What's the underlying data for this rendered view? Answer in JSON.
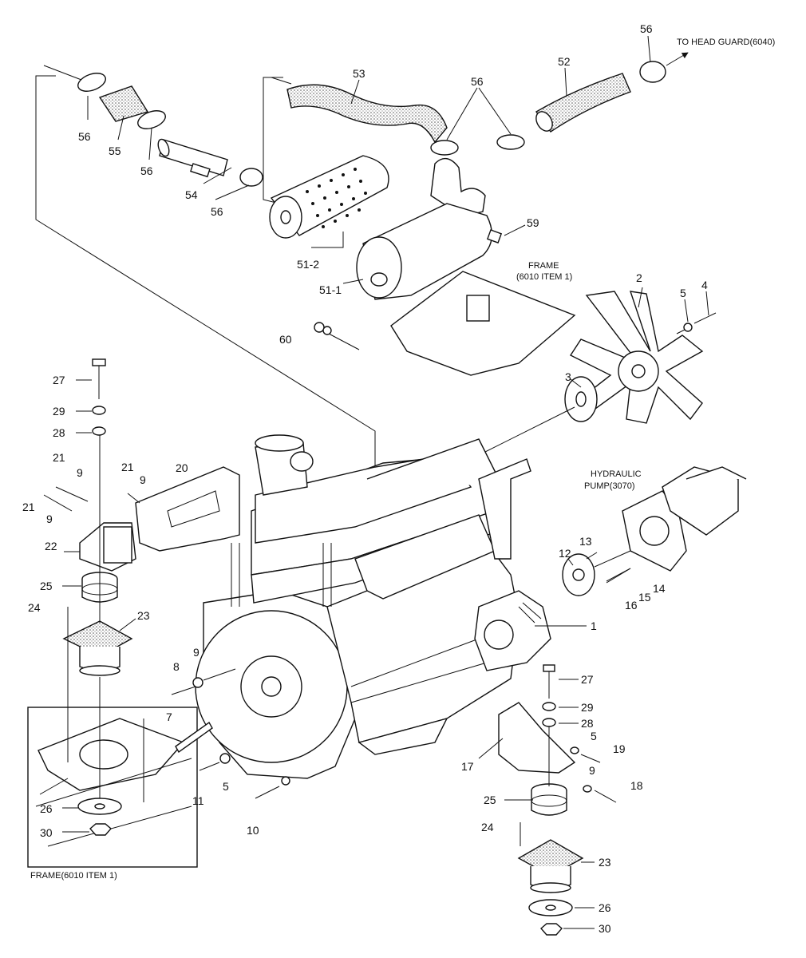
{
  "notes": {
    "head_guard": "TO HEAD GUARD(6040)",
    "frame_top": "FRAME",
    "frame_top_ref": "(6010 ITEM 1)",
    "hydraulic": "HYDRAULIC",
    "hydraulic_ref": "PUMP(3070)",
    "frame_inset": "FRAME(6010 ITEM 1)"
  },
  "labels": [
    {
      "id": "56a",
      "text": "56"
    },
    {
      "id": "55",
      "text": "55"
    },
    {
      "id": "56b",
      "text": "56"
    },
    {
      "id": "54",
      "text": "54"
    },
    {
      "id": "56c",
      "text": "56"
    },
    {
      "id": "53",
      "text": "53"
    },
    {
      "id": "56d",
      "text": "56"
    },
    {
      "id": "52",
      "text": "52"
    },
    {
      "id": "56e",
      "text": "56"
    },
    {
      "id": "59",
      "text": "59"
    },
    {
      "id": "51-2",
      "text": "51-2"
    },
    {
      "id": "51-1",
      "text": "51-1"
    },
    {
      "id": "60",
      "text": "60"
    },
    {
      "id": "2",
      "text": "2"
    },
    {
      "id": "5a",
      "text": "5"
    },
    {
      "id": "4",
      "text": "4"
    },
    {
      "id": "3",
      "text": "3"
    },
    {
      "id": "27a",
      "text": "27"
    },
    {
      "id": "29a",
      "text": "29"
    },
    {
      "id": "28a",
      "text": "28"
    },
    {
      "id": "21a",
      "text": "21"
    },
    {
      "id": "9a",
      "text": "9"
    },
    {
      "id": "21b",
      "text": "21"
    },
    {
      "id": "9b",
      "text": "9"
    },
    {
      "id": "20",
      "text": "20"
    },
    {
      "id": "21c",
      "text": "21"
    },
    {
      "id": "9c",
      "text": "9"
    },
    {
      "id": "22",
      "text": "22"
    },
    {
      "id": "25a",
      "text": "25"
    },
    {
      "id": "24a",
      "text": "24"
    },
    {
      "id": "23a",
      "text": "23"
    },
    {
      "id": "13",
      "text": "13"
    },
    {
      "id": "12",
      "text": "12"
    },
    {
      "id": "14",
      "text": "14"
    },
    {
      "id": "15",
      "text": "15"
    },
    {
      "id": "16",
      "text": "16"
    },
    {
      "id": "1",
      "text": "1"
    },
    {
      "id": "8",
      "text": "8"
    },
    {
      "id": "9d",
      "text": "9"
    },
    {
      "id": "7",
      "text": "7"
    },
    {
      "id": "11",
      "text": "11"
    },
    {
      "id": "5b",
      "text": "5"
    },
    {
      "id": "10",
      "text": "10"
    },
    {
      "id": "27b",
      "text": "27"
    },
    {
      "id": "29b",
      "text": "29"
    },
    {
      "id": "28b",
      "text": "28"
    },
    {
      "id": "5c",
      "text": "5"
    },
    {
      "id": "19",
      "text": "19"
    },
    {
      "id": "17",
      "text": "17"
    },
    {
      "id": "9e",
      "text": "9"
    },
    {
      "id": "18",
      "text": "18"
    },
    {
      "id": "25b",
      "text": "25"
    },
    {
      "id": "24b",
      "text": "24"
    },
    {
      "id": "23b",
      "text": "23"
    },
    {
      "id": "26a",
      "text": "26"
    },
    {
      "id": "30a",
      "text": "30"
    },
    {
      "id": "26b",
      "text": "26"
    },
    {
      "id": "30b",
      "text": "30"
    }
  ]
}
